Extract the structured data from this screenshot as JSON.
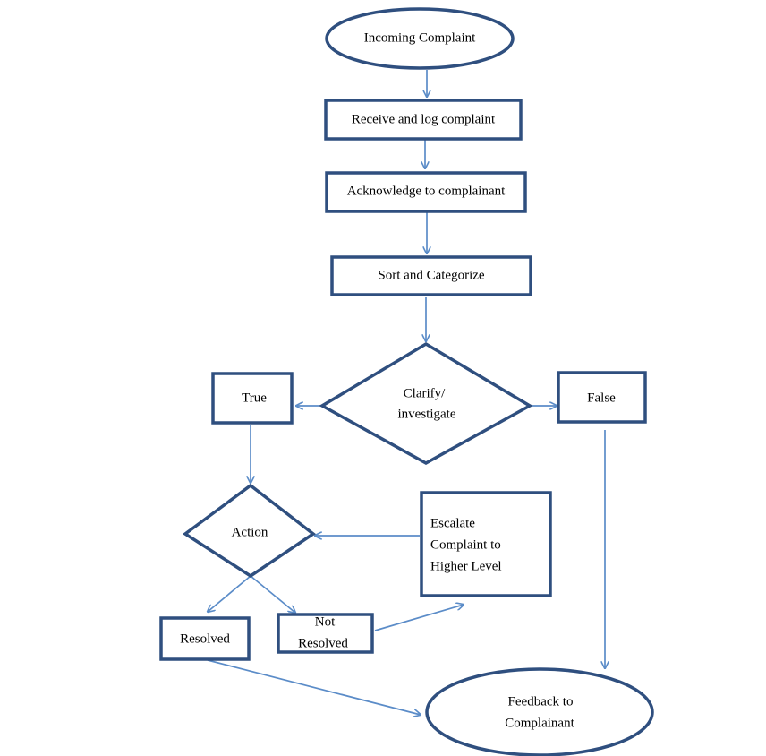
{
  "nodes": {
    "incoming": "Incoming Complaint",
    "receive": "Receive and log complaint",
    "acknowledge": "Acknowledge to complainant",
    "sort": "Sort and Categorize",
    "clarify_line1": "Clarify/",
    "clarify_line2": "investigate",
    "true_box": "True",
    "false_box": "False",
    "action": "Action",
    "escalate_line1": "Escalate",
    "escalate_line2": "Complaint to",
    "escalate_line3": "Higher Level",
    "resolved": "Resolved",
    "not_resolved_line1": "Not",
    "not_resolved_line2": "Resolved",
    "feedback_line1": "Feedback to",
    "feedback_line2": "Complainant"
  },
  "colors": {
    "shape_stroke": "#2f4f7f",
    "connector": "#5b8cc8"
  }
}
